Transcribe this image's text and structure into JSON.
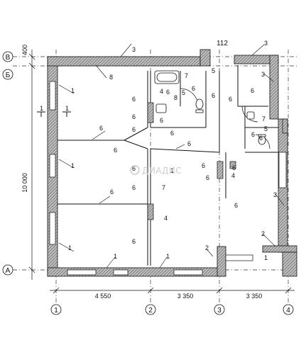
{
  "grid": {
    "horizontal_axes": [
      "В",
      "Б",
      "А"
    ],
    "vertical_axes": [
      "1",
      "2",
      "3",
      "4"
    ]
  },
  "dimensions": {
    "top_offset": "400",
    "left_total": "10 000",
    "bottom_spans": [
      "4 550",
      "3 350",
      "3 350"
    ]
  },
  "annotations": {
    "area_ref": "112",
    "section_mark": "1",
    "wall_markers": {
      "m1": "3",
      "m2": "3",
      "m3": "8",
      "m4": "1",
      "m5": "1",
      "m6": "1",
      "m7": "1",
      "m8": "1",
      "m9": "1",
      "m10": "7",
      "m11": "5",
      "m12": "4",
      "m13": "6",
      "m14": "8",
      "m15": "5",
      "m16": "6",
      "m17": "6",
      "m18": "6",
      "m19": "6",
      "m20": "6",
      "m21": "6",
      "m22": "6",
      "m23": "6",
      "m24": "6",
      "m25": "6",
      "m26": "6",
      "m27": "6",
      "m28": "6",
      "m29": "6",
      "m30": "6",
      "m31": "7",
      "m32": "4",
      "m33": "6",
      "m34": "3",
      "m35": "6",
      "m36": "7",
      "m37": "5",
      "m38": "3",
      "m39": "2",
      "m40": "2",
      "m41": "1",
      "m42": "6",
      "m43": "6",
      "m44": "4",
      "m45": "6",
      "m46": "6",
      "m47": "6"
    }
  },
  "watermark": "ДИАДИС"
}
